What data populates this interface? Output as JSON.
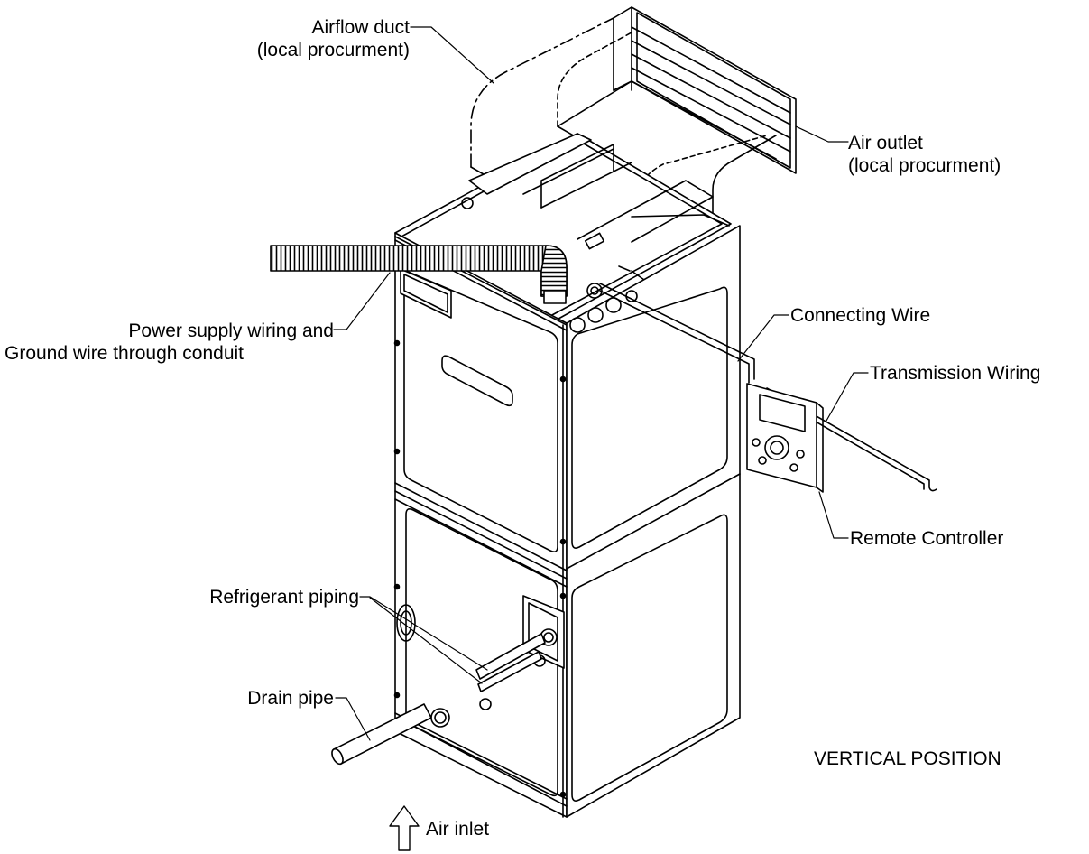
{
  "labels": {
    "airflow_duct": {
      "line1": "Airflow duct",
      "line2": "(local procurment)"
    },
    "air_outlet": {
      "line1": "Air outlet",
      "line2": "(local procurment)"
    },
    "power_supply": {
      "line1": "Power supply wiring and",
      "line2": "Ground wire through conduit"
    },
    "connecting_wire": "Connecting Wire",
    "transmission_wiring": "Transmission Wiring",
    "remote_controller": "Remote Controller",
    "refrigerant_piping": "Refrigerant piping",
    "drain_pipe": "Drain pipe",
    "vertical_position": "VERTICAL POSITION",
    "air_inlet": "Air inlet"
  }
}
